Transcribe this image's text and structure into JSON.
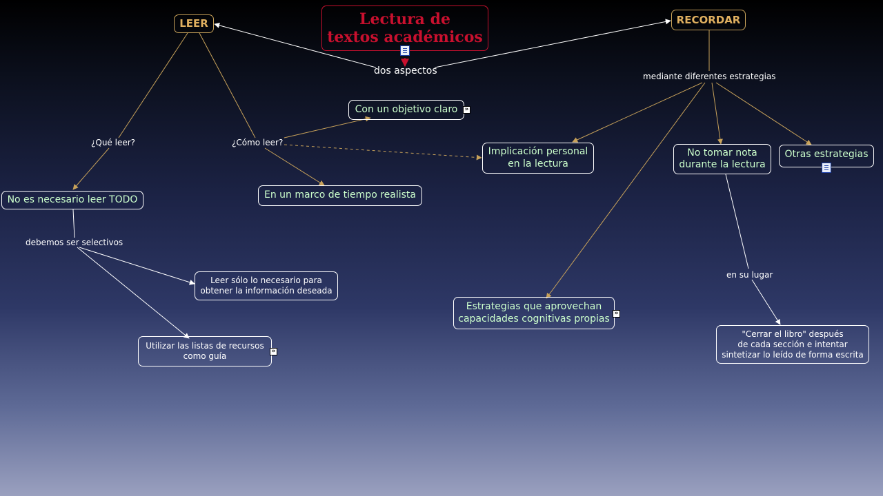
{
  "map": {
    "title": "Lectura de textos académicos",
    "title_line1": "Lectura de",
    "title_line2": "textos académicos",
    "nodes": {
      "leer": "LEER",
      "recordar": "RECORDAR",
      "no_es_necesario": "No es necesario leer TODO",
      "con_objetivo": "Con un objetivo claro",
      "marco_tiempo": "En un marco de tiempo realista",
      "leer_solo_1": "Leer sólo lo necesario para",
      "leer_solo_2": "obtener la información deseada",
      "utilizar_1": "Utilizar las listas de recursos",
      "utilizar_2": "como guía",
      "implicacion_1": "Implicación personal",
      "implicacion_2": "en la lectura",
      "no_tomar_1": "No tomar nota",
      "no_tomar_2": "durante la lectura",
      "otras": "Otras estrategias",
      "estrategias_1": "Estrategias que aprovechan",
      "estrategias_2": "capacidades cognitivas propias",
      "cerrar_1": "\"Cerrar el libro\" después",
      "cerrar_2": "de cada sección e intentar",
      "cerrar_3": "sintetizar lo leído de forma escrita"
    },
    "labels": {
      "dos_aspectos": "dos aspectos",
      "que_leer": "¿Qué leer?",
      "como_leer": "¿Cómo leer?",
      "debemos": "debemos ser selectivos",
      "mediante": "mediante diferentes estrategias",
      "en_su_lugar": "en su lugar"
    },
    "link_icon_glyph": "»",
    "colors": {
      "gold_line": "#c8a25a",
      "white_line": "#ffffff",
      "title_red": "#c8102e",
      "node_text_green": "#ccffcc"
    }
  }
}
